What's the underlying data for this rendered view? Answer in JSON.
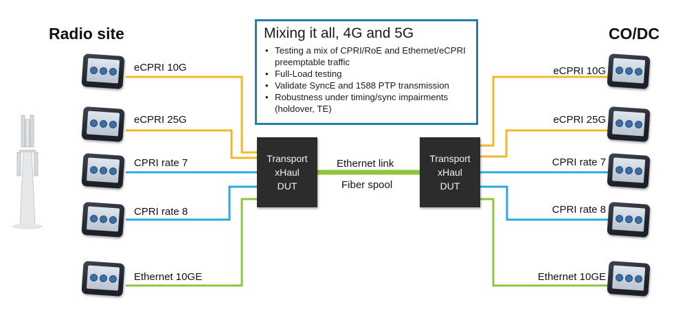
{
  "sites": {
    "left_title": "Radio site",
    "right_title": "CO/DC"
  },
  "infobox": {
    "title": "Mixing it all, 4G and 5G",
    "bullets": [
      "Testing a mix of CPRI/RoE and Ethernet/eCPRI preemptable traffic",
      "Full-Load testing",
      "Validate SyncE and 1588 PTP transmission",
      "Robustness under timing/sync impairments (holdover, TE)"
    ]
  },
  "dut": {
    "line1": "Transport",
    "line2": "xHaul",
    "line3": "DUT"
  },
  "link": {
    "ethernet_label": "Ethernet link",
    "fiber_label": "Fiber spool"
  },
  "ports_left": [
    {
      "label": "eCPRI 10G",
      "color": "#f2b824"
    },
    {
      "label": "eCPRI 25G",
      "color": "#f2b824"
    },
    {
      "label": "CPRI rate 7",
      "color": "#2aa8e0"
    },
    {
      "label": "CPRI rate 8",
      "color": "#2aa8e0"
    },
    {
      "label": "Ethernet 10GE",
      "color": "#8cc63e"
    }
  ],
  "ports_right": [
    {
      "label": "eCPRI 10G",
      "color": "#f2b824"
    },
    {
      "label": "eCPRI 25G",
      "color": "#f2b824"
    },
    {
      "label": "CPRI rate 7",
      "color": "#2aa8e0"
    },
    {
      "label": "CPRI rate 8",
      "color": "#2aa8e0"
    },
    {
      "label": "Ethernet 10GE",
      "color": "#8cc63e"
    }
  ],
  "colors": {
    "link_green": "#8cc63e",
    "infobox_border": "#1f7fa8",
    "dut_fill": "#2c2c2c"
  },
  "icons": {
    "test_device": "handheld-tester-icon",
    "tower": "antenna-tower-icon"
  }
}
